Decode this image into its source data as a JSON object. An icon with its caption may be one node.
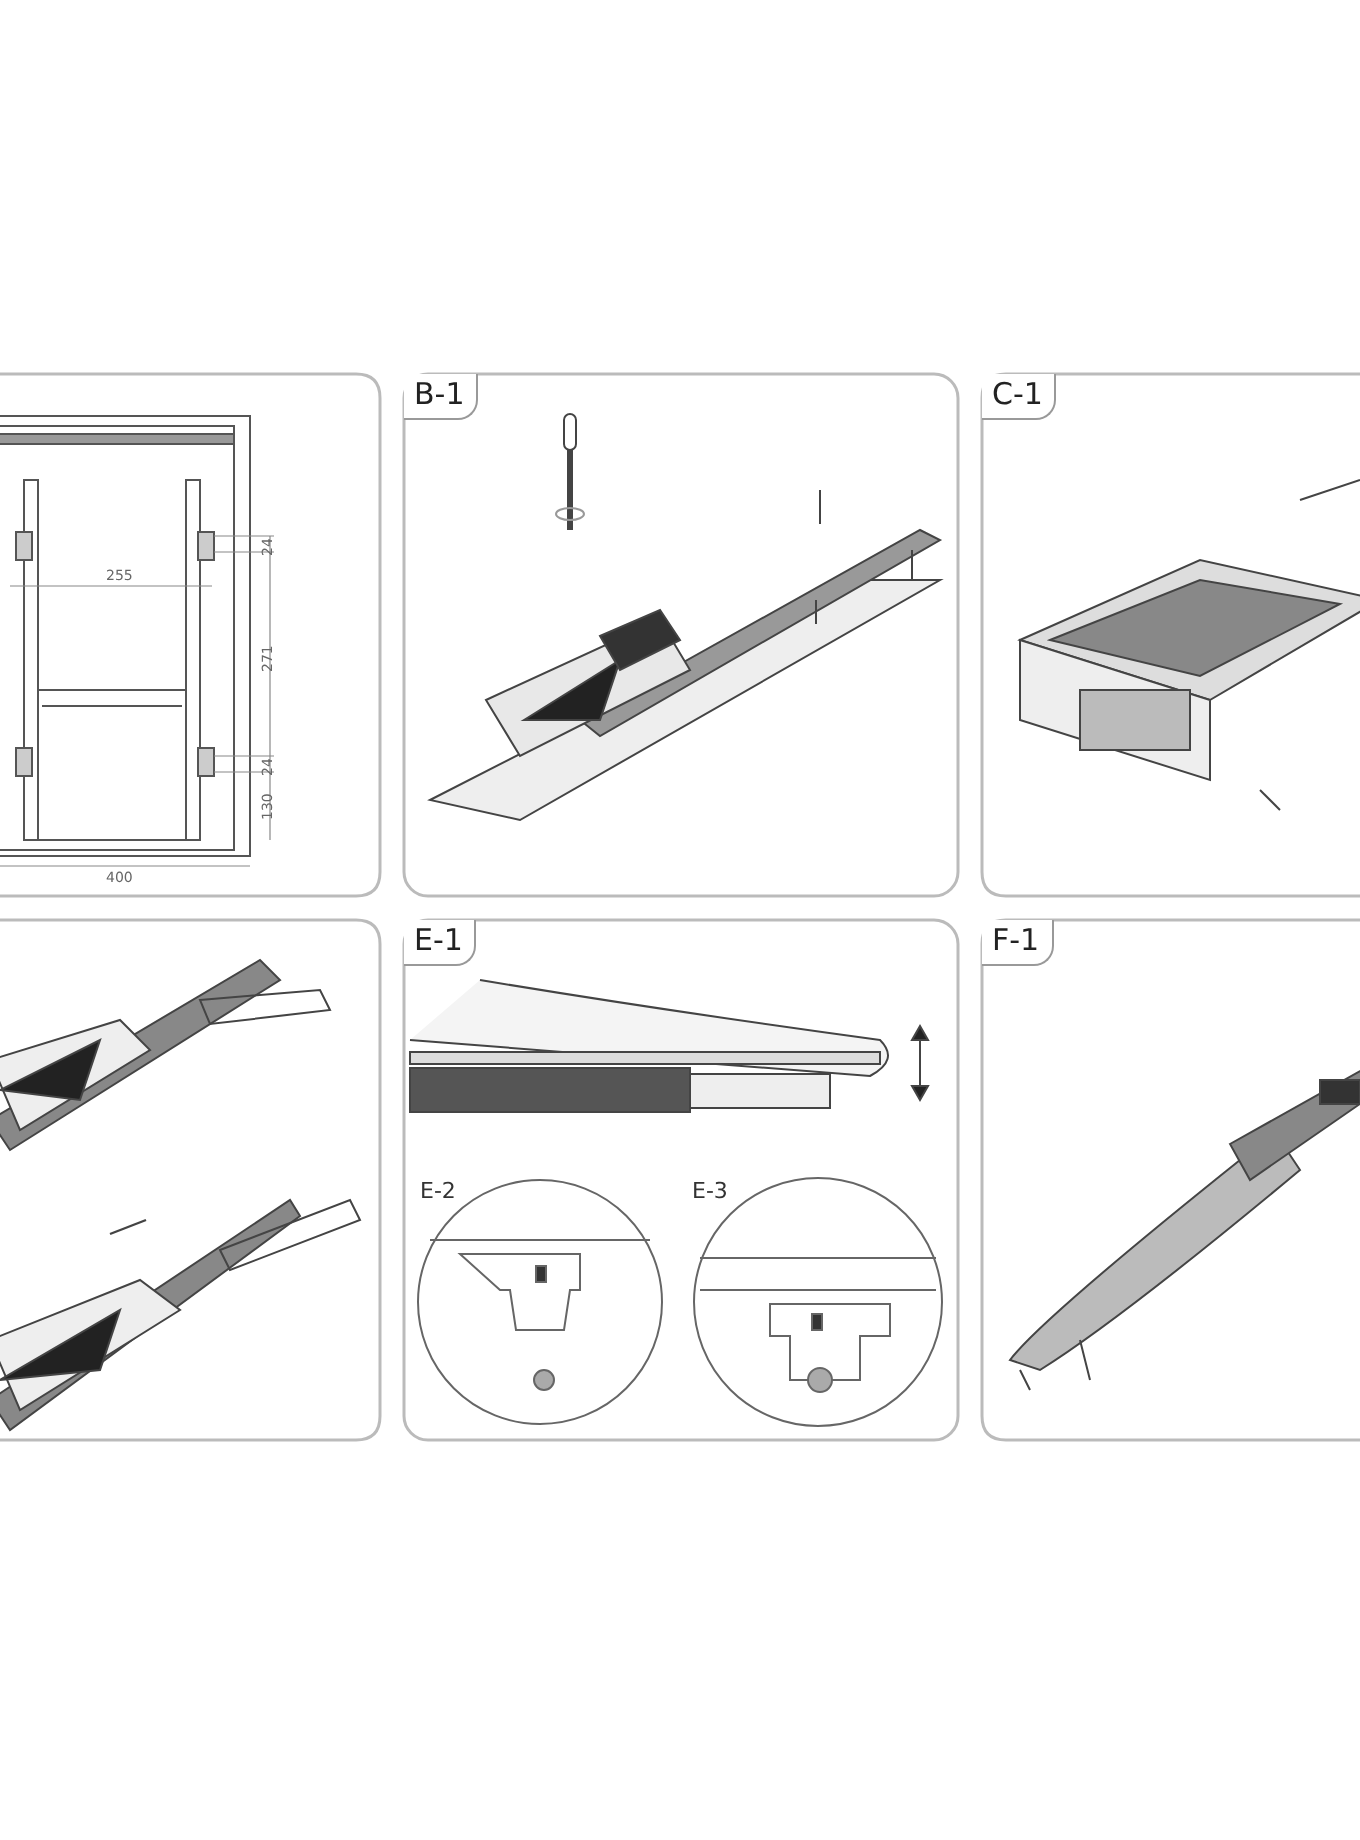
{
  "diagram": {
    "labels": [
      "24",
      "255",
      "271",
      "24",
      "130",
      "400",
      "B-1",
      "C-1",
      "E-1",
      "E-2",
      "E-3",
      "F-1"
    ]
  }
}
